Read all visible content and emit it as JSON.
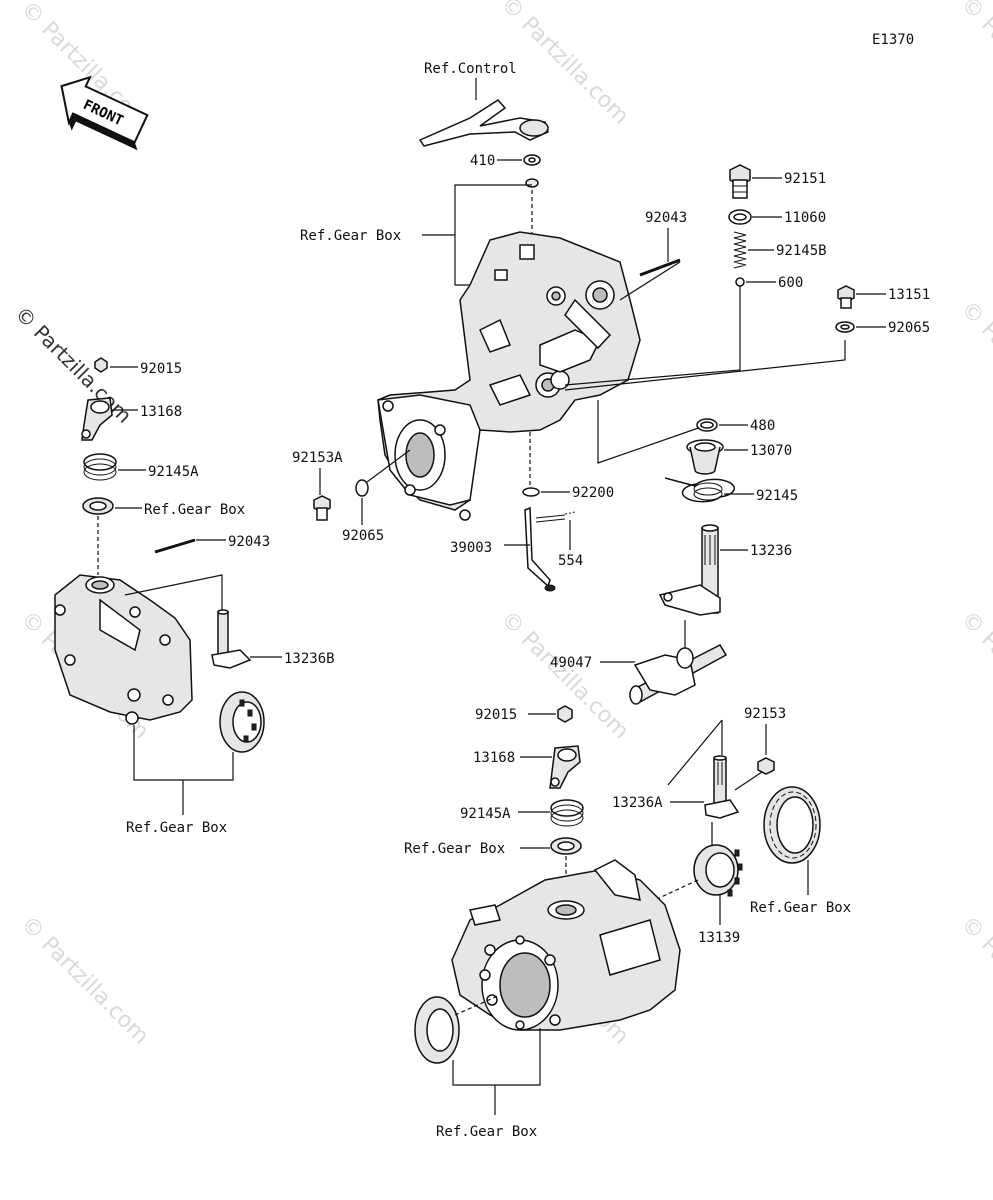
{
  "diagram_code": "E1370",
  "front_arrow_label": "FRONT",
  "watermark": "© Partzilla.com",
  "parts": {
    "ref_control": "Ref.Control",
    "p410": "410",
    "ref_gear_box_top": "Ref.Gear Box",
    "p92043_top": "92043",
    "p92151": "92151",
    "p11060": "11060",
    "p92145B": "92145B",
    "p600": "600",
    "p13151": "13151",
    "p92065_right": "92065",
    "p92015_left": "92015",
    "p13168_left": "13168",
    "p92145A_left": "92145A",
    "ref_gear_box_left": "Ref.Gear Box",
    "p92043_left": "92043",
    "p13236B": "13236B",
    "ref_gear_box_left_bottom": "Ref.Gear Box",
    "p92153A": "92153A",
    "p92065_left": "92065",
    "p92200": "92200",
    "p39003": "39003",
    "p554": "554",
    "p480": "480",
    "p13070": "13070",
    "p92145": "92145",
    "p13236": "13236",
    "p49047": "49047",
    "p92015_center": "92015",
    "p13168_center": "13168",
    "p92145A_center": "92145A",
    "ref_gear_box_center": "Ref.Gear Box",
    "p92153": "92153",
    "p13236A": "13236A",
    "p13139": "13139",
    "ref_gear_box_right": "Ref.Gear Box",
    "ref_gear_box_bottom": "Ref.Gear Box"
  }
}
